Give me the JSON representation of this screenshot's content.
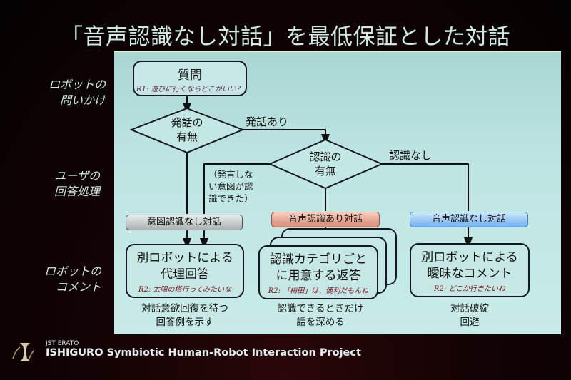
{
  "slide": {
    "title": "「音声認識なし対話」を最低保証とした対話"
  },
  "side_labels": [
    {
      "line1": "ロボットの",
      "line2": "問いかけ"
    },
    {
      "line1": "ユーザの",
      "line2": "回答処理"
    },
    {
      "line1": "ロボットの",
      "line2": "コメント"
    }
  ],
  "flow": {
    "question": {
      "title": "質問",
      "example": "R1: 遊びに行くならどこがいい？"
    },
    "decision_speech": {
      "line1": "発話の",
      "line2": "有無"
    },
    "edge_speech_yes": "発話あり",
    "decision_recognition": {
      "line1": "認識の",
      "line2": "有無"
    },
    "edge_recognition_no": "認識なし",
    "note_intent": {
      "line1": "（発言しな",
      "line2": "い意図が認",
      "line3": "識できた）"
    },
    "branches": [
      {
        "pill": "意図認識なし対話",
        "color": "#a9b1b0",
        "response_line1": "別ロボットによる",
        "response_line2": "代理回答",
        "example": "R2: 太陽の塔行ってみたいな",
        "caption_line1": "対話意欲回復を待つ",
        "caption_line2": "回答例を示す"
      },
      {
        "pill": "音声認識あり対話",
        "color": "#d98974",
        "response_line1": "認識カテゴリごと",
        "response_line2": "に用意する返答",
        "example": "R2: 「梅田」は、便利だもんね",
        "caption_line1": "認識できるときだけ",
        "caption_line2": "話を深める"
      },
      {
        "pill": "音声認識なし対話",
        "color": "#6fb1ee",
        "response_line1": "別ロボットによる",
        "response_line2": "曖昧なコメント",
        "example": "R2: どこか行きたいね",
        "caption_line1": "対話破綻",
        "caption_line2": "回避"
      }
    ]
  },
  "footer": {
    "sub": "JST ERATO",
    "main": "ISHIGURO Symbiotic Human-Robot Interaction Project"
  }
}
